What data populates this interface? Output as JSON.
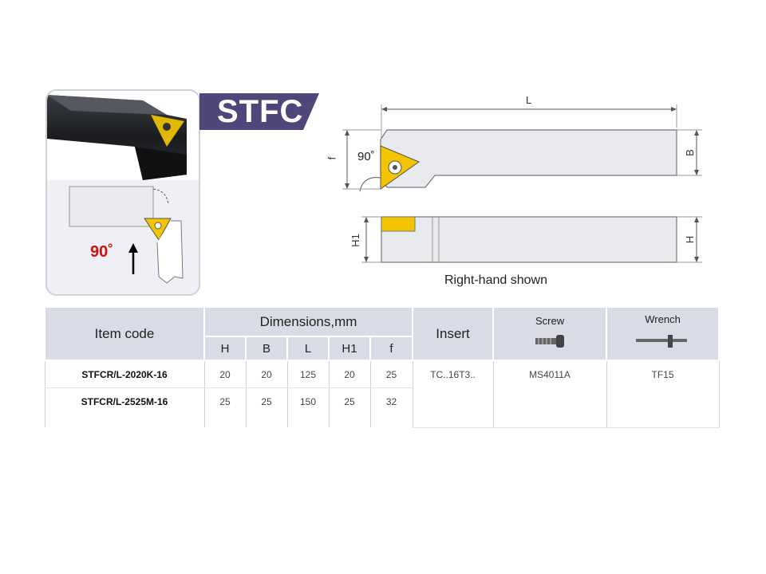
{
  "banner": {
    "title": "STFC"
  },
  "photo": {
    "angle_label": "90˚"
  },
  "drawing": {
    "dim_L": "L",
    "dim_B": "B",
    "dim_f": "f",
    "dim_H": "H",
    "dim_H1": "H1",
    "angle": "90˚",
    "caption": "Right-hand shown"
  },
  "table": {
    "col_item_code": "Item code",
    "col_dimensions": "Dimensions,mm",
    "dim_cols": [
      "H",
      "B",
      "L",
      "H1",
      "f"
    ],
    "col_insert": "Insert",
    "col_screw": "Screw",
    "col_wrench": "Wrench",
    "rows": [
      {
        "code": "STFCR/L-2020K-16",
        "H": "20",
        "B": "20",
        "L": "125",
        "H1": "20",
        "f": "25"
      },
      {
        "code": "STFCR/L-2525M-16",
        "H": "25",
        "B": "25",
        "L": "150",
        "H1": "25",
        "f": "32"
      }
    ],
    "insert": "TC..16T3..",
    "screw": "MS4011A",
    "wrench": "TF15"
  },
  "colors": {
    "banner": "#4f477a",
    "insert_yellow": "#f5c400",
    "header_bg": "#d9dce6",
    "angle_red": "#cc1111"
  }
}
